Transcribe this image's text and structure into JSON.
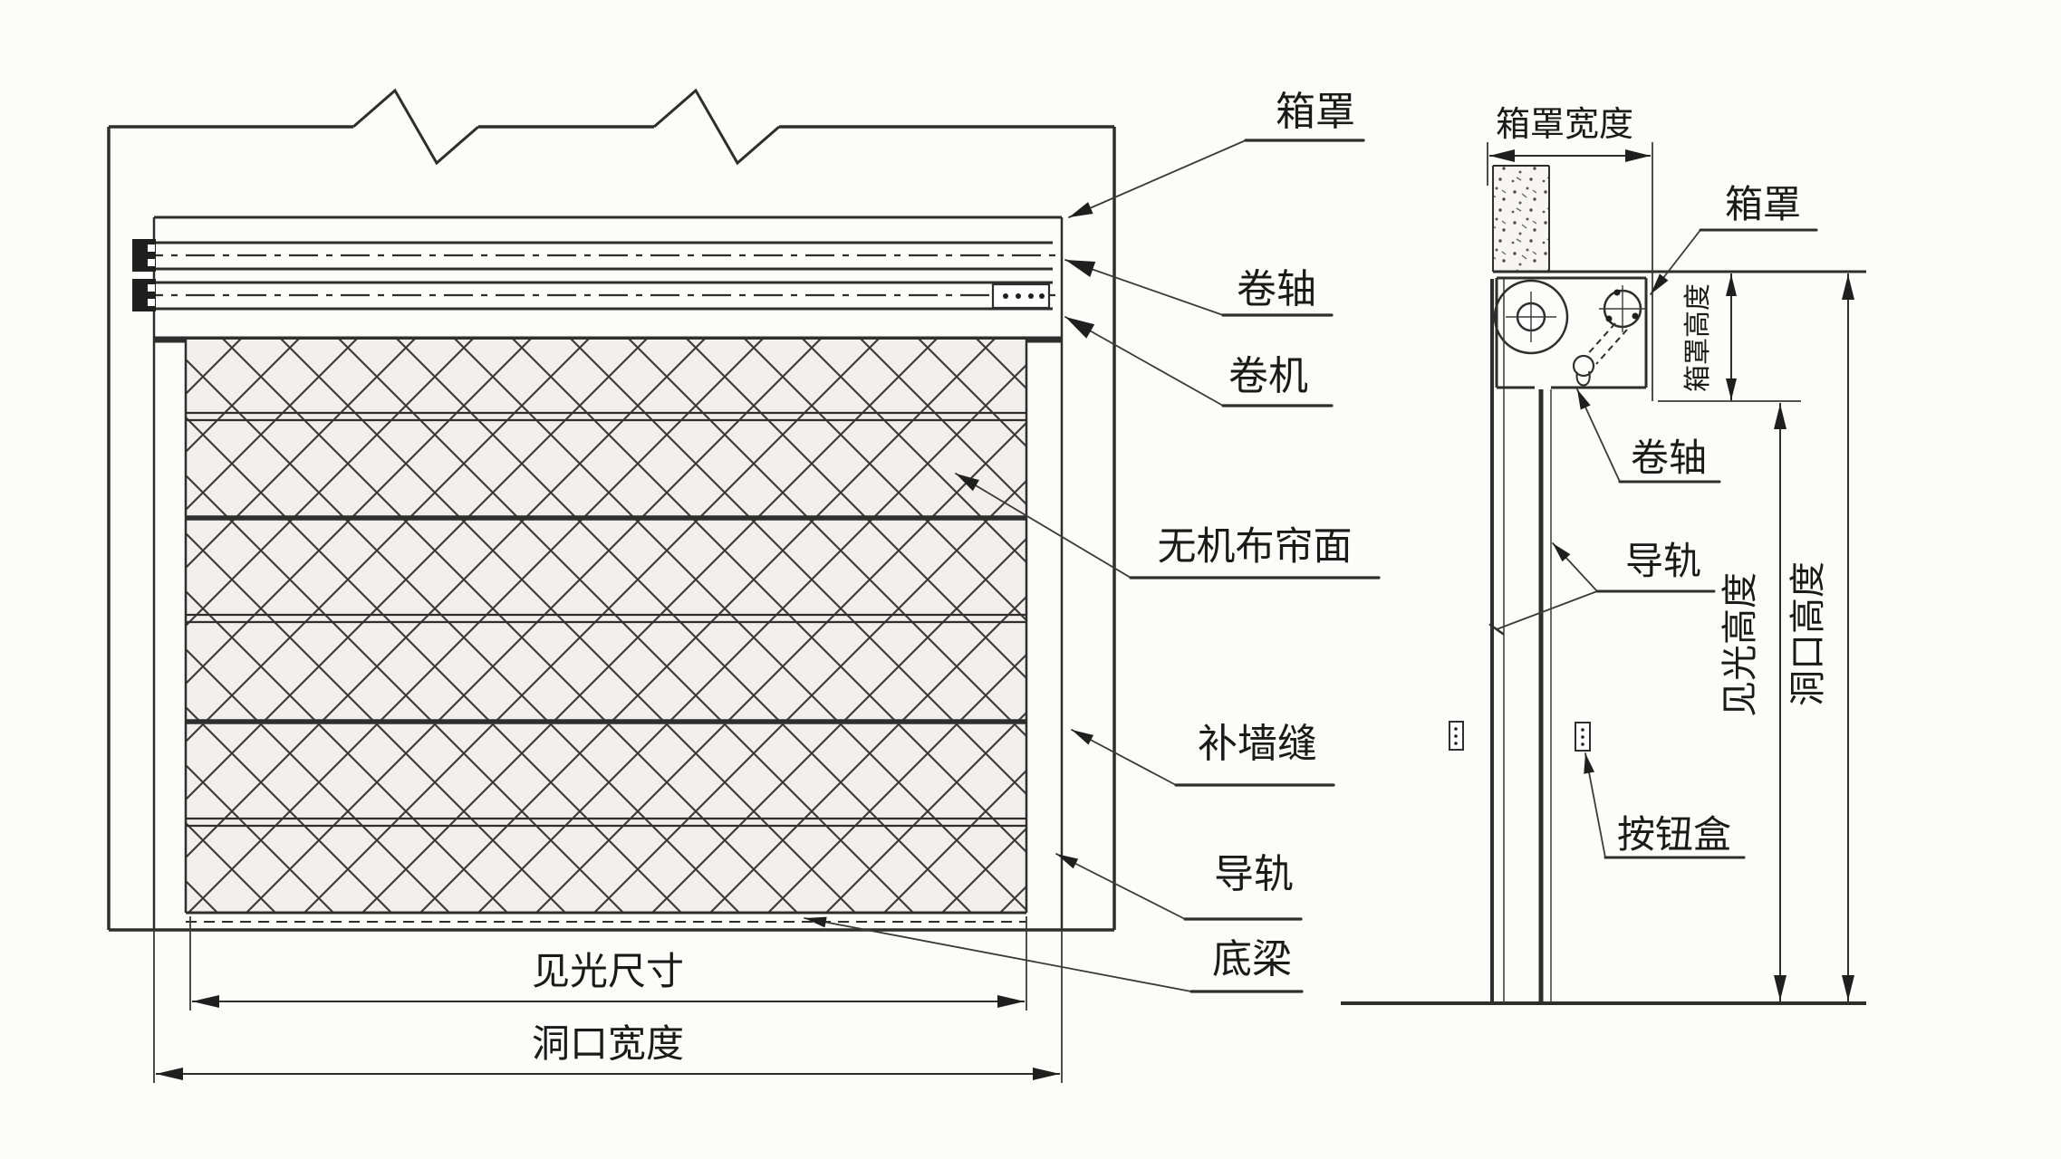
{
  "drawing": {
    "front_view": {
      "callouts": {
        "box_cover": "箱罩",
        "roll_shaft": "卷轴",
        "winding_machine": "卷机",
        "curtain_face": "无机布帘面",
        "wall_seam": "补墙缝",
        "guide_rail": "导轨",
        "bottom_beam": "底梁"
      },
      "dimensions": {
        "clear_width": "见光尺寸",
        "opening_width": "洞口宽度"
      }
    },
    "side_view": {
      "callouts": {
        "box_cover": "箱罩",
        "roll_shaft": "卷轴",
        "guide_rail": "导轨",
        "button_box": "按钮盒"
      },
      "dimensions": {
        "box_width": "箱罩宽度",
        "box_height": "箱罩高度",
        "clear_height": "见光高度",
        "opening_height": "洞口高度"
      }
    },
    "colors": {
      "line": "#2e2e2e",
      "background": "#fcfcfb",
      "curtain_fill": "#f0efec"
    }
  }
}
